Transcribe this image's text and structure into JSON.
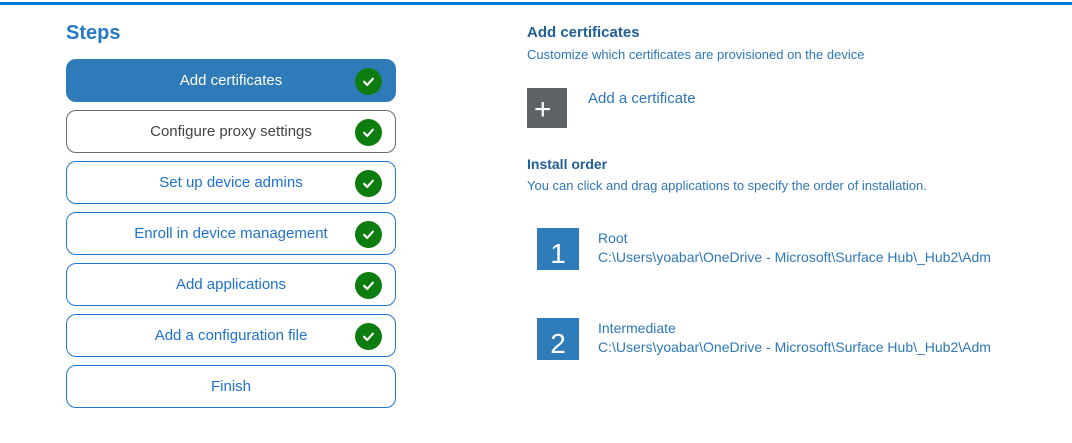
{
  "colors": {
    "top_accent": "#0078d7",
    "active_step_bg": "#2f7bb9",
    "step_border_blue": "#2276d3",
    "check_green": "#0e7d0f",
    "plus_tile_gray": "#5d6266",
    "order_tile_blue": "#2e7cba",
    "heading_blue": "#1f5f96",
    "body_blue": "#2e77b8"
  },
  "steps_panel": {
    "title": "Steps",
    "items": [
      {
        "label": "Add certificates",
        "state": "active",
        "completed": true
      },
      {
        "label": "Configure proxy settings",
        "state": "gray",
        "completed": true
      },
      {
        "label": "Set up device admins",
        "state": "normal",
        "completed": true
      },
      {
        "label": "Enroll in device management",
        "state": "normal",
        "completed": true
      },
      {
        "label": "Add applications",
        "state": "normal",
        "completed": true
      },
      {
        "label": "Add a configuration file",
        "state": "normal",
        "completed": true
      },
      {
        "label": "Finish",
        "state": "normal",
        "completed": false
      }
    ]
  },
  "content": {
    "heading": "Add certificates",
    "subheading": "Customize which certificates are provisioned on the device",
    "add_button": {
      "icon": "plus-icon",
      "glyph": "+",
      "label": "Add a certificate"
    },
    "install_order": {
      "heading": "Install order",
      "description": "You can click and drag applications to specify the order of installation.",
      "items": [
        {
          "order": "1",
          "name": "Root",
          "path": "C:\\Users\\yoabar\\OneDrive - Microsoft\\Surface Hub\\_Hub2\\Adm"
        },
        {
          "order": "2",
          "name": "Intermediate",
          "path": "C:\\Users\\yoabar\\OneDrive - Microsoft\\Surface Hub\\_Hub2\\Adm"
        }
      ]
    }
  }
}
